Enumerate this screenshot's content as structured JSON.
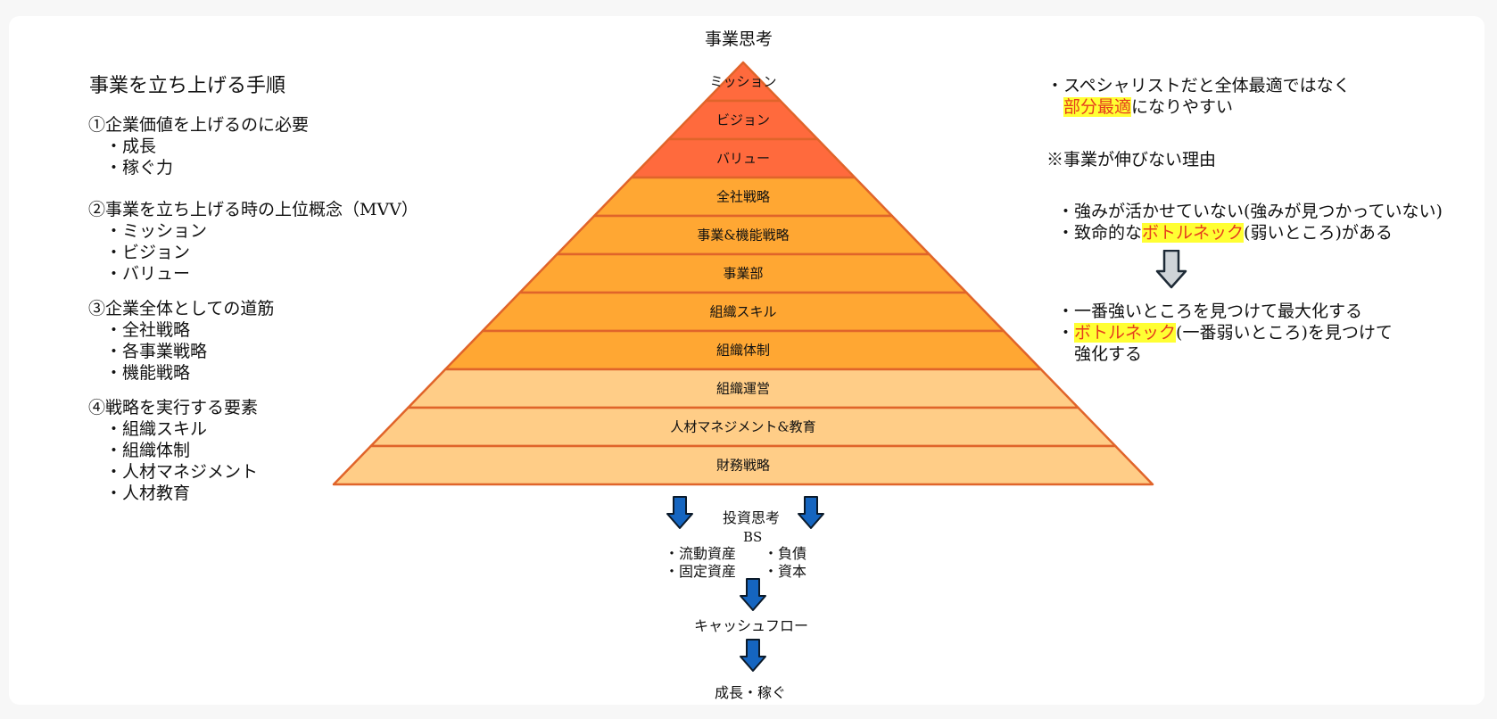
{
  "pyramid": {
    "top_label": "事業思考",
    "levels": [
      {
        "label": "ミッション",
        "color": "#ff6a3d"
      },
      {
        "label": "ビジョン",
        "color": "#ff6a3d"
      },
      {
        "label": "バリュー",
        "color": "#ff6a3d"
      },
      {
        "label": "全社戦略",
        "color": "#ffa733"
      },
      {
        "label": "事業&機能戦略",
        "color": "#ffa733"
      },
      {
        "label": "事業部",
        "color": "#ffa733"
      },
      {
        "label": "組織スキル",
        "color": "#ffa733"
      },
      {
        "label": "組織体制",
        "color": "#ffa733"
      },
      {
        "label": "組織運営",
        "color": "#ffcd87"
      },
      {
        "label": "人材マネジメント&教育",
        "color": "#ffcd87"
      },
      {
        "label": "財務戦略",
        "color": "#ffcd87"
      }
    ],
    "stroke_color": "#e0642a"
  },
  "left": {
    "title": "事業を立ち上げる手順",
    "sections": [
      {
        "heading": "①企業価値を上げるのに必要",
        "items": [
          "・成長",
          "・稼ぐ力"
        ]
      },
      {
        "heading": "②事業を立ち上げる時の上位概念（MVV）",
        "items": [
          "・ミッション",
          "・ビジョン",
          "・バリュー"
        ]
      },
      {
        "heading": "③企業全体としての道筋",
        "items": [
          "・全社戦略",
          "・各事業戦略",
          "・機能戦略"
        ]
      },
      {
        "heading": "④戦略を実行する要素",
        "items": [
          "・組織スキル",
          "・組織体制",
          "・人材マネジメント",
          "・人材教育"
        ]
      }
    ]
  },
  "right": {
    "line1": "・スペシャリストだと全体最適ではなく",
    "line2_hl": "部分最適",
    "line2_rest": "になりやすい",
    "reason_title": "※事業が伸びない理由",
    "reason1": "・強みが活かせていない(強みが見つかっていない)",
    "reason2_pre": "・致命的な",
    "reason2_hl": "ボトルネック",
    "reason2_post": "(弱いところ)がある",
    "sol1": "・一番強いところを見つけて最大化する",
    "sol2_pre": "・",
    "sol2_hl": "ボトルネック",
    "sol2_post": "(一番弱いところ)を見つけて",
    "sol2_cont": "強化する"
  },
  "bottom": {
    "invest": "投資思考",
    "bs": "BS",
    "bs_left": [
      "・流動資産",
      "・固定資産"
    ],
    "bs_right": [
      "・負債",
      "・資本"
    ],
    "cashflow": "キャッシュフロー",
    "growth": "成長・稼ぐ",
    "arrow_color": "#1565c0"
  }
}
